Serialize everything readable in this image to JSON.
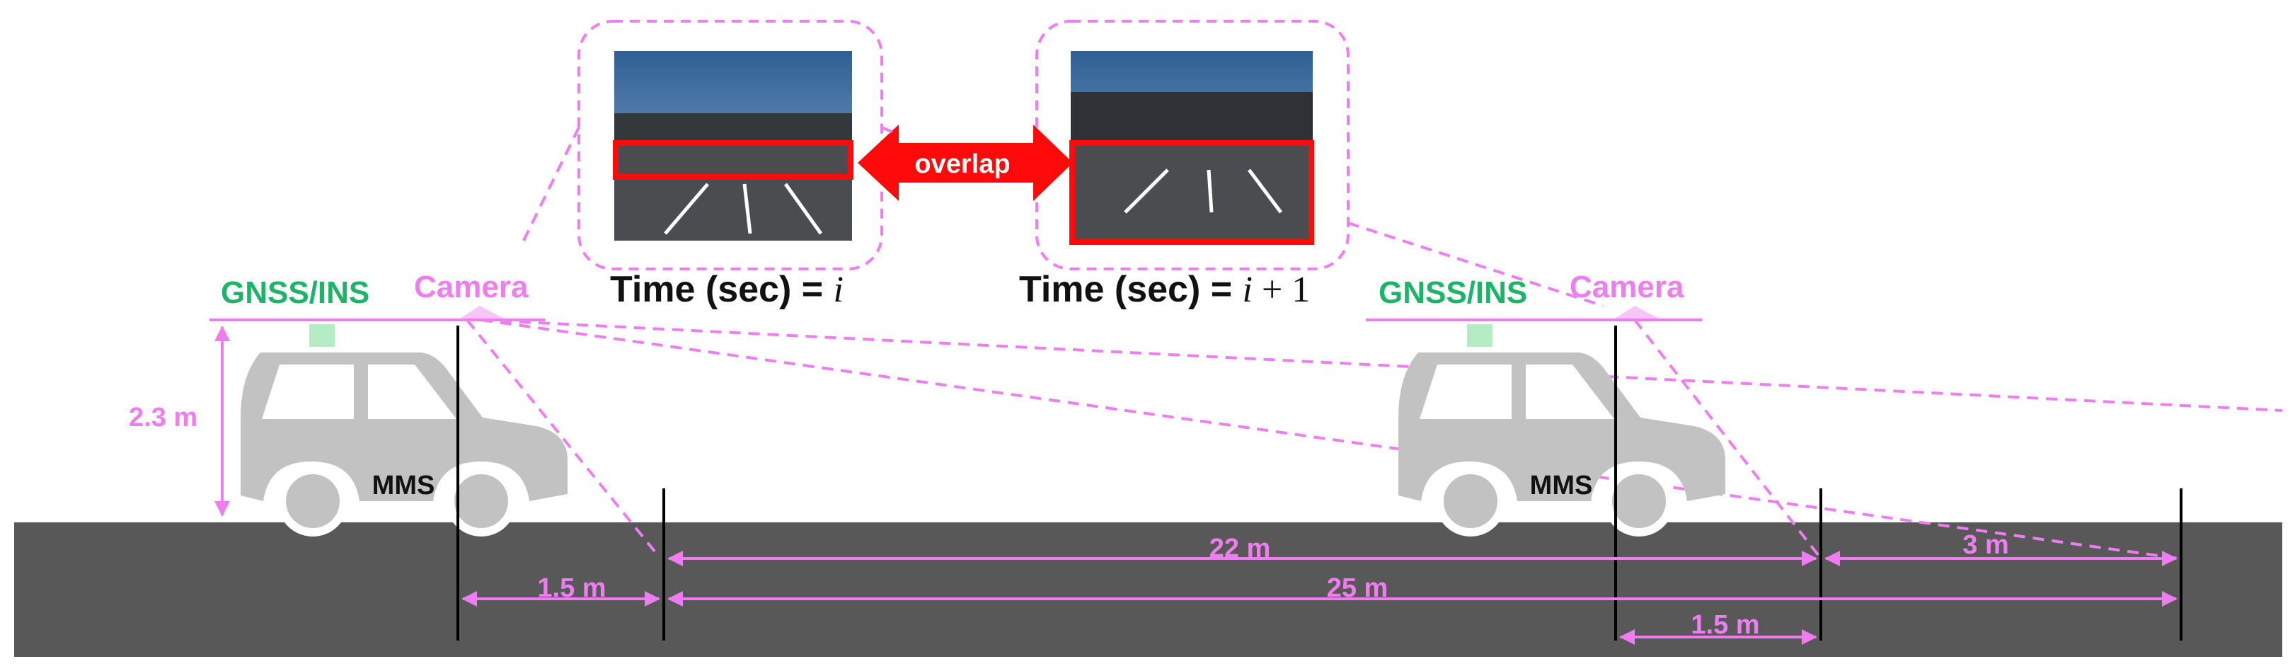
{
  "labels": {
    "gnss_left": "GNSS/INS",
    "camera_left": "Camera",
    "gnss_right": "GNSS/INS",
    "camera_right": "Camera",
    "mms_left": "MMS",
    "mms_right": "MMS",
    "overlap": "overlap",
    "time_left_prefix": "Time (sec) = ",
    "time_left_var": "i",
    "time_right_prefix": "Time (sec) = ",
    "time_right_var": "i",
    "time_right_suffix": " + 1"
  },
  "measurements": {
    "height": "2.3 m",
    "near_gap_left": "1.5 m",
    "dist_22": "22 m",
    "dist_3": "3 m",
    "dist_25": "25 m",
    "near_gap_right": "1.5 m"
  },
  "colors": {
    "road": "#585858",
    "car": "#c2c2c2",
    "annotation": "#ee7ef0",
    "gnss": "#1fb36a",
    "overlap_arrow": "#ff0a0a"
  }
}
